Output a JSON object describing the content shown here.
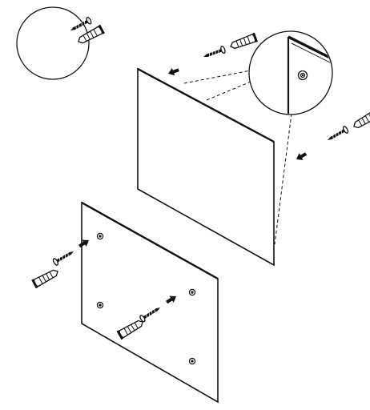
{
  "diagram": {
    "subject": "mirror-wall-mounting-instructions",
    "stroke_color": "#111111",
    "panel_fill": "#ffffff",
    "steps": [
      {
        "step": "mount-upper-panel-left-screw",
        "parts": [
          "screw",
          "wall-plug"
        ]
      },
      {
        "step": "mount-upper-panel-right-screw",
        "parts": [
          "screw",
          "wall-plug"
        ]
      },
      {
        "step": "mount-lower-panel-left-screw",
        "parts": [
          "screw",
          "wall-plug"
        ]
      },
      {
        "step": "mount-lower-panel-center-screw",
        "parts": [
          "screw",
          "wall-plug"
        ]
      }
    ],
    "callouts": [
      "parts-kit-circle",
      "corner-detail-circle"
    ]
  }
}
